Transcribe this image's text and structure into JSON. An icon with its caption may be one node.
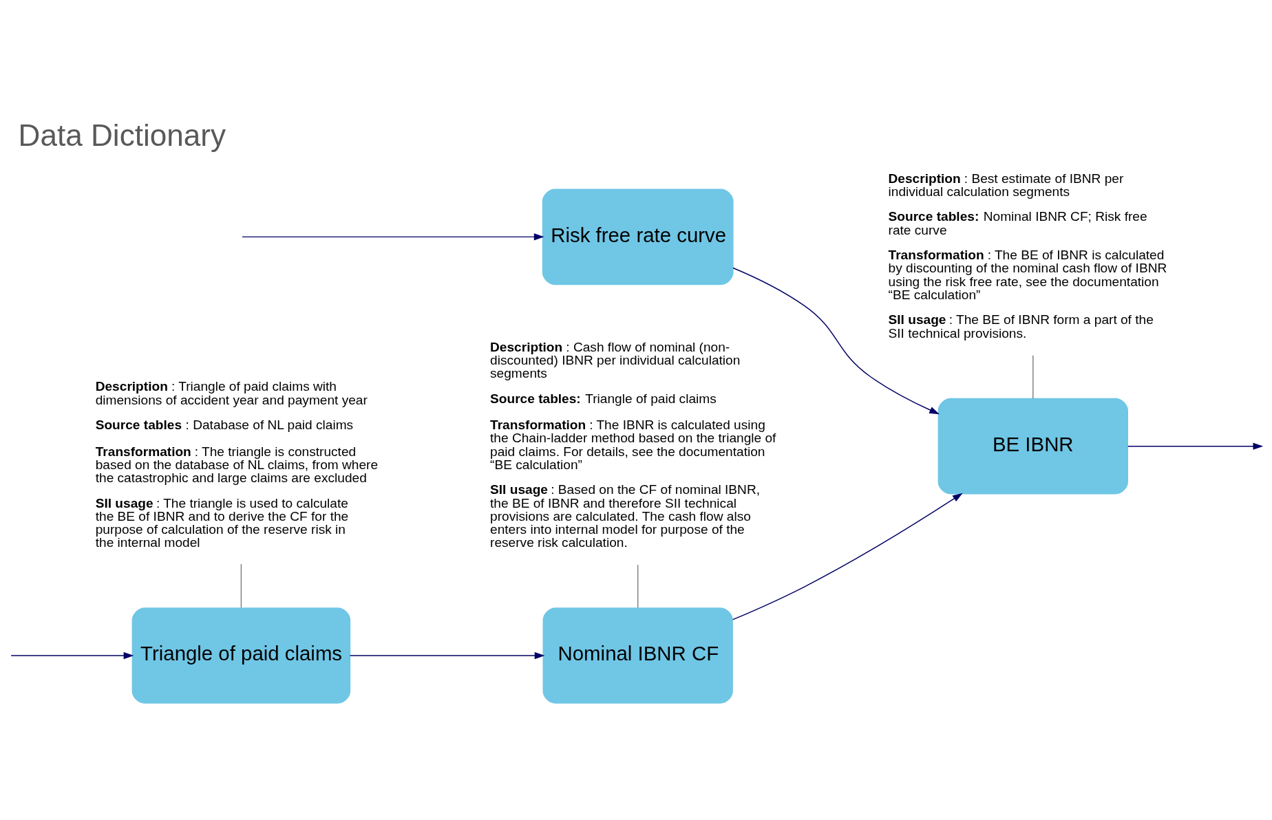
{
  "diagram": {
    "title": "Data Dictionary",
    "nodes": [
      {
        "text": [
          "Triangle of paid claims"
        ]
      },
      {
        "text": [
          "Nominal IBNR CF"
        ]
      },
      {
        "text": [
          "Risk free rate curve"
        ]
      },
      {
        "text": [
          "BE IBNR"
        ]
      },
      {
        "text": [
          "**Description**: Triangle of paid claims with dimensions of accident year and payment year",
          "**Source tables**: Database of NL paid claims",
          "**Transformation**: The triangle is constructed based on the database of NL claims, from where the catastrophic and large claims are excluded",
          "**SII usage**: The triangle is used to calculate the BE of IBNR and to derive the CF for the purpose of calculation of the reserve risk in the internal model"
        ]
      },
      {
        "text": [
          "**Description**: Cash flow of nominal (non-discounted) IBNR per individual calculation segments",
          "**Source tables:** Triangle of paid claims",
          "**Transformation**: The IBNR is calculated using the Chain-ladder method based on the triangle of paid claims. For details, see the documentation “BE calculation”",
          "**SII usage**: Based on the CF of nominal IBNR, the BE of IBNR and therefore SII technical provisions are calculated. The cash flow also enters into internal model for purpose of the reserve risk calculation."
        ]
      },
      {
        "text": [
          "**Description**: Best estimate of IBNR per individual calculation segments",
          "**Source tables:** Nominal IBNR CF; Risk free rate curve",
          "**Transformation**: The BE of IBNR is calculated by discounting of the nominal cash flow of IBNR using the risk free rate, see the documentation “BE calculation”",
          "**SII usage**: The BE of IBNR form a part of the SII technical provisions."
        ]
      }
    ],
    "edges": [
      {
        "from": null,
        "to": 0,
        "arrow": "to"
      },
      {
        "from": 0,
        "to": 1,
        "arrow": "to"
      },
      {
        "from": 1,
        "to": 3,
        "arrow": "to"
      },
      {
        "from": null,
        "to": 2,
        "arrow": "to"
      },
      {
        "from": 2,
        "to": 3,
        "arrow": "to"
      },
      {
        "from": 3,
        "to": null,
        "arrow": "to"
      },
      {
        "from": 4,
        "to": 0,
        "arrow": "none",
        "color": "#808080"
      },
      {
        "from": 5,
        "to": 1,
        "arrow": "none",
        "color": "#808080"
      },
      {
        "from": 6,
        "to": 3,
        "arrow": "none",
        "color": "#808080"
      }
    ]
  }
}
